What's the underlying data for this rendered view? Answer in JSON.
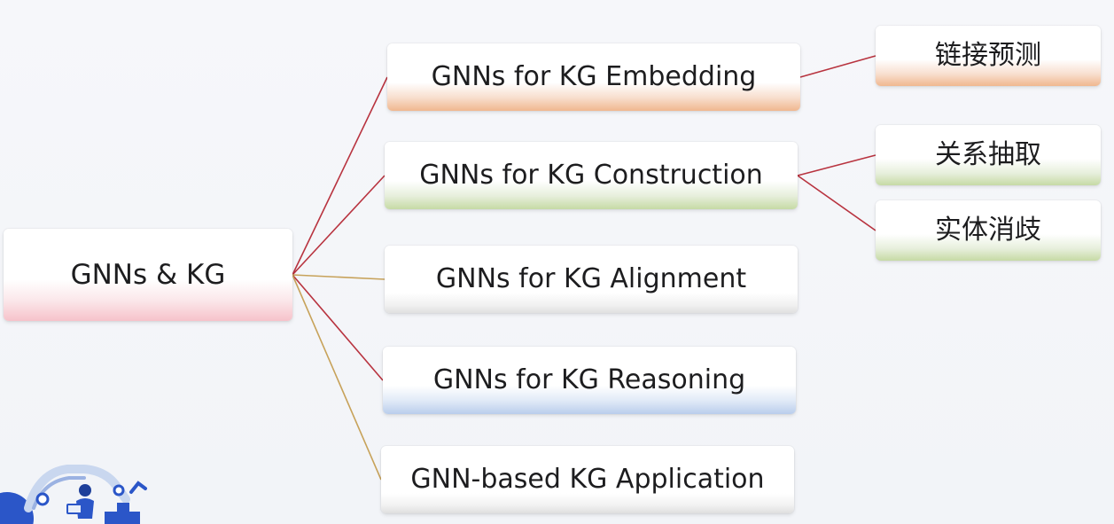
{
  "diagram": {
    "root": {
      "label": "GNNs & KG"
    },
    "branches": [
      {
        "id": "embedding",
        "label": "GNNs for KG Embedding",
        "children": [
          {
            "id": "link-prediction",
            "label": "链接预测"
          }
        ]
      },
      {
        "id": "construction",
        "label": "GNNs for KG Construction",
        "children": [
          {
            "id": "relation-extraction",
            "label": "关系抽取"
          },
          {
            "id": "entity-resolution",
            "label": "实体消歧"
          }
        ]
      },
      {
        "id": "alignment",
        "label": "GNNs for KG Alignment",
        "children": []
      },
      {
        "id": "reasoning",
        "label": "GNNs for KG Reasoning",
        "children": []
      },
      {
        "id": "application",
        "label": "GNN-based KG Application",
        "children": []
      }
    ],
    "colors": {
      "connector_red": "#b8333f",
      "connector_gold": "#c7a25a",
      "embedding_accent": "#f0b78f",
      "construction_accent": "#c6daa5",
      "reasoning_accent": "#b9cdec",
      "root_accent": "#f6c2ca"
    }
  }
}
